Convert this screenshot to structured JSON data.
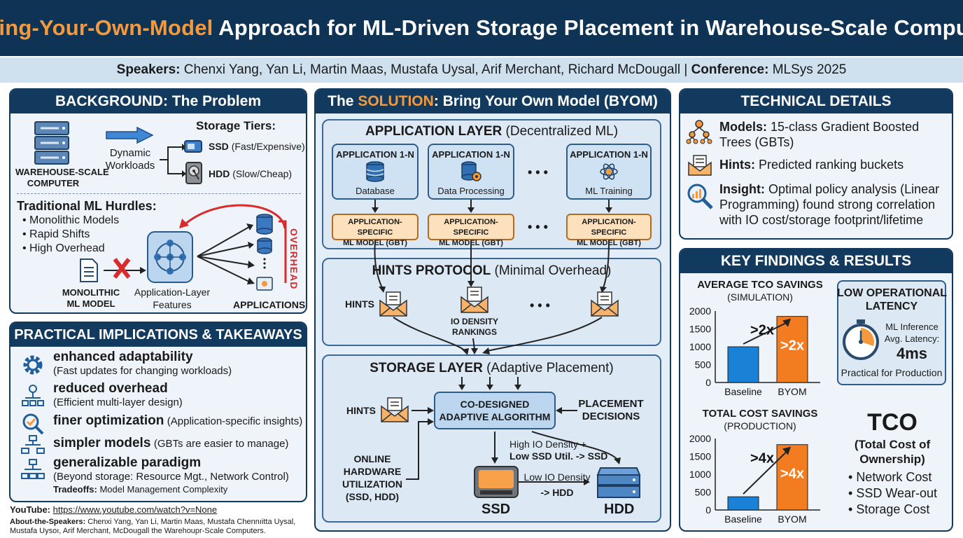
{
  "header": {
    "title_prefix": "A ",
    "title_highlight": "Bring-Your-Own-Model",
    "title_rest": " Approach for ML-Driven Storage Placement in Warehouse-Scale Computers",
    "speakers_label": "Speakers:",
    "speakers": "Chenxi Yang, Yan Li, Martin Maas, Mustafa Uysal, Arif Merchant, Richard McDougall",
    "separator": "|",
    "conference_label": "Conference:",
    "conference": "MLSys 2025"
  },
  "background": {
    "title": "BACKGROUND: The Problem",
    "wsc_label_1": "WAREHOUSE-SCALE",
    "wsc_label_2": "COMPUTER",
    "workloads_1": "Dynamic",
    "workloads_2": "Workloads",
    "tiers_title": "Storage Tiers:",
    "ssd_bold": "SSD",
    "ssd_rest": "(Fast/Expensive)",
    "hdd_bold": "HDD",
    "hdd_rest": "(Slow/Cheap)",
    "hurdles_title": "Traditional ML Hurdles:",
    "hurdles": [
      "Monolithic Models",
      "Rapid Shifts",
      "High Overhead"
    ],
    "monolithic_1": "MONOLITHIC",
    "monolithic_2": "ML MODEL",
    "features_1": "Application-Layer",
    "features_2": "Features",
    "applications": "APPLICATIONS",
    "overhead": "OVERHEAD"
  },
  "implications": {
    "title": "PRACTICAL IMPLICATIONS & TAKEAWAYS",
    "items": [
      {
        "head": "enhanced adaptability",
        "sub": "(Fast updates for changing workloads)",
        "inline": ""
      },
      {
        "head": "reduced overhead",
        "sub": "(Efficient multi-layer design)",
        "inline": ""
      },
      {
        "head": "finer optimization",
        "sub": "",
        "inline": "(Application-specific insights)"
      },
      {
        "head": "simpler models",
        "sub": "",
        "inline": "(GBTs are easier to manage)"
      },
      {
        "head": "generalizable paradigm",
        "sub": "(Beyond storage: Resource Mgt., Network Control)",
        "inline": ""
      }
    ],
    "tradeoffs_label": "Tradeoffs:",
    "tradeoffs": "Model Management Complexity"
  },
  "footer": {
    "youtube_label": "YouTube:",
    "youtube_url": "https://www.youtube.com/watch?v=None",
    "about_label": "About-the-Speakers:",
    "about_line1": "Chenxi Yang, Yan Li, Martin Maas, Mustafa Chennıitta Uysal,",
    "about_line2": "Mustafa Uysoı, Arif Merchant,  McDougall the Warehoupr-Scale Computers."
  },
  "solution": {
    "title_prefix": "The ",
    "title_highlight": "SOLUTION",
    "title_rest": ": Bring Your Own Model (BYOM)",
    "app_layer_bold": "APPLICATION LAYER",
    "app_layer_rest": "(Decentralized ML)",
    "apps": [
      {
        "title": "APPLICATION 1-N",
        "name": "Database"
      },
      {
        "title": "APPLICATION 1-N",
        "name": "Data Processing"
      },
      {
        "title": "APPLICATION 1-N",
        "name": "ML Training"
      }
    ],
    "ml_model_1": "APPLICATION-SPECIFIC",
    "ml_model_2": "ML MODEL (GBT)",
    "ellipsis": "• • •",
    "hints_layer_bold": "HINTS PROTOCOL",
    "hints_layer_rest": "(Minimal Overhead)",
    "hints": "HINTS",
    "io_density_1": "IO DENSITY",
    "io_density_2": "RANKINGS",
    "storage_layer_bold": "STORAGE LAYER",
    "storage_layer_rest": "(Adaptive Placement)",
    "algo_1": "CO-DESIGNED",
    "algo_2": "ADAPTIVE ALGORITHM",
    "placement_1": "PLACEMENT",
    "placement_2": "DECISIONS",
    "online_1": "ONLINE",
    "online_2": "HARDWARE",
    "online_3": "UTILIZATION",
    "online_4": "(SSD, HDD)",
    "rule1_line1": "High IO Density +",
    "rule1_line2": "Low SSD Util. -> SSD",
    "rule2_line1": "Low IO Density",
    "rule2_line2": "-> HDD",
    "ssd": "SSD",
    "hdd": "HDD"
  },
  "technical": {
    "title": "TECHNICAL DETAILS",
    "models_label": "Models:",
    "models_text_1": "15-class Gradient Boosted",
    "models_text_2": "Trees (GBTs)",
    "hints_label": "Hints:",
    "hints_text": "Predicted ranking buckets",
    "insight_label": "Insight:",
    "insight_text_1": "Optimal policy analysis (Linear",
    "insight_text_2": "Programming) found strong correlation",
    "insight_text_3": "with IO cost/storage footprint/lifetime"
  },
  "findings": {
    "title": "KEY FINDINGS & RESULTS",
    "latency_title_1": "LOW OPERATIONAL",
    "latency_title_2": "LATENCY",
    "latency_label_1": "ML Inference",
    "latency_label_2": "Avg. Latency:",
    "latency_value": "4ms",
    "latency_note": "Practical for Production",
    "tco_big": "TCO",
    "tco_sub_1": "(Total Cost of",
    "tco_sub_2": "Ownership)",
    "tco_items": [
      "Network Cost",
      "SSD Wear-out",
      "Storage Cost"
    ]
  },
  "chart_data": [
    {
      "type": "bar",
      "title": "AVERAGE TCO SAVINGS",
      "subtitle": "(SIMULATION)",
      "categories": [
        "Baseline",
        "BYOM"
      ],
      "values": [
        1000,
        1850
      ],
      "ylim": [
        0,
        2000
      ],
      "yticks": [
        "0",
        "500",
        "1000",
        "1500",
        "2000"
      ],
      "annotation": ">2x",
      "bar_label": ">2x",
      "colors": [
        "#1a82d6",
        "#f47c20"
      ]
    },
    {
      "type": "bar",
      "title": "TOTAL COST SAVINGS",
      "subtitle": "(PRODUCTION)",
      "categories": [
        "Baseline",
        "BYOM"
      ],
      "values": [
        370,
        1830
      ],
      "ylim": [
        0,
        2000
      ],
      "yticks": [
        "0",
        "500",
        "1000",
        "1500",
        "2000"
      ],
      "annotation": ">4x",
      "bar_label": ">4x",
      "colors": [
        "#1a82d6",
        "#f47c20"
      ]
    }
  ]
}
